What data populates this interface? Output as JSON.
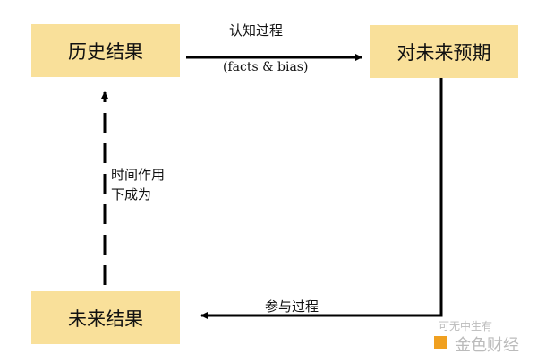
{
  "nodes": {
    "history": "历史结果",
    "expectation": "对未来预期",
    "future": "未来结果"
  },
  "edges": {
    "cognition": "认知过程",
    "cognition_sub": "(facts & bias)",
    "participation": "参与过程",
    "time_line1": "时间作用",
    "time_line2": "下成为"
  },
  "watermark": {
    "account": "可无中生有",
    "brand": "金色财经"
  },
  "colors": {
    "box": "#f9e09a",
    "line": "#000000"
  }
}
